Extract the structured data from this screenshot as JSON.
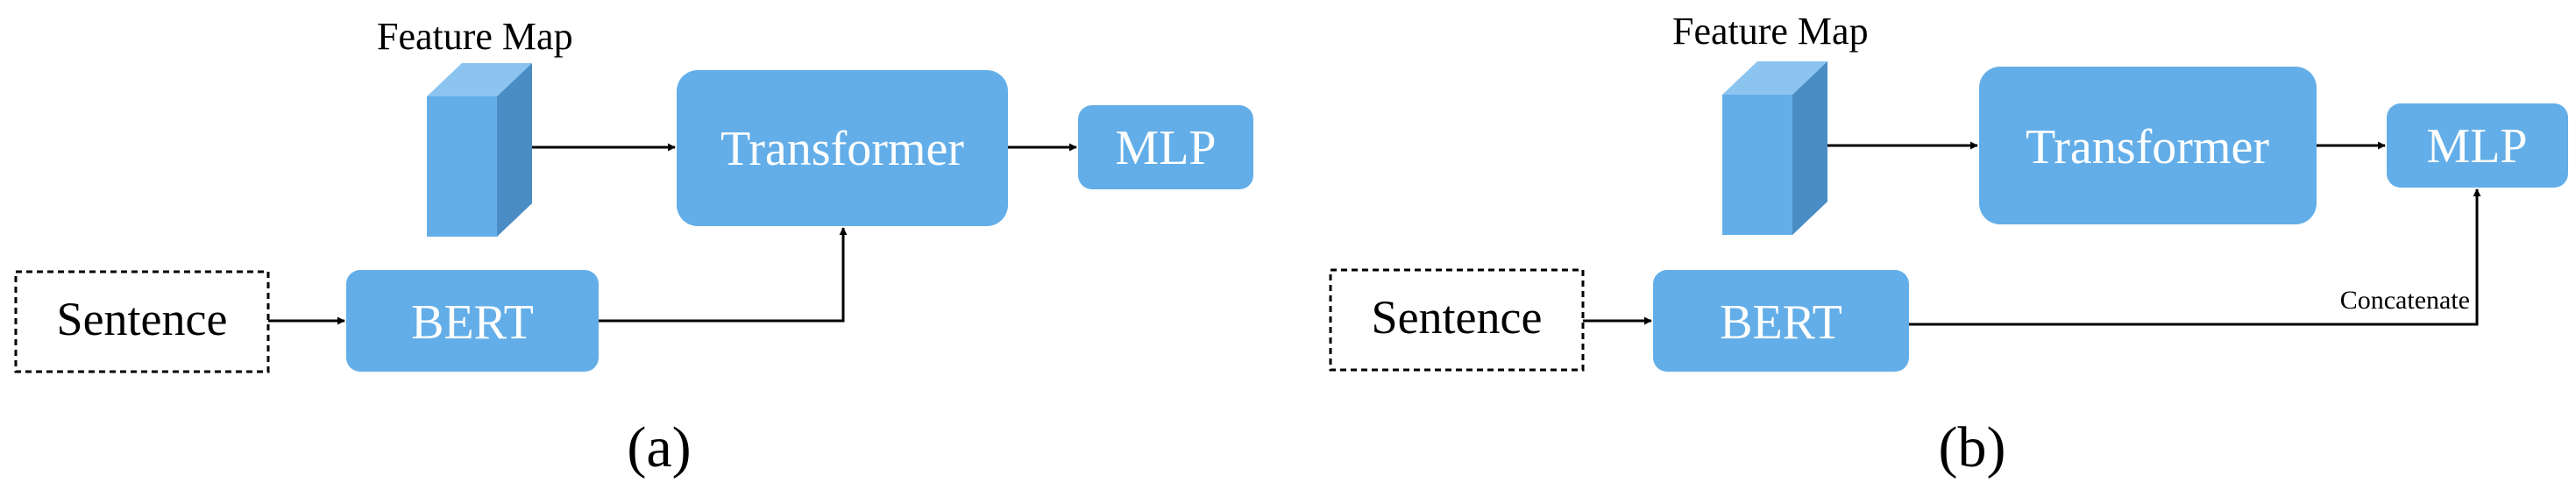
{
  "colors": {
    "box_fill": "#63aee8",
    "box_text": "#ffffff",
    "cube_front": "#63aee8",
    "cube_top": "#8cc4f0",
    "cube_side": "#4a8cc4",
    "arrow": "#000000",
    "sentence_border": "#000000"
  },
  "panel_a": {
    "feature_map_label": "Feature Map",
    "transformer_label": "Transformer",
    "mlp_label": "MLP",
    "bert_label": "BERT",
    "sentence_label": "Sentence",
    "caption": "(a)"
  },
  "panel_b": {
    "feature_map_label": "Feature Map",
    "transformer_label": "Transformer",
    "mlp_label": "MLP",
    "bert_label": "BERT",
    "sentence_label": "Sentence",
    "concatenate_label": "Concatenate",
    "caption": "(b)"
  }
}
